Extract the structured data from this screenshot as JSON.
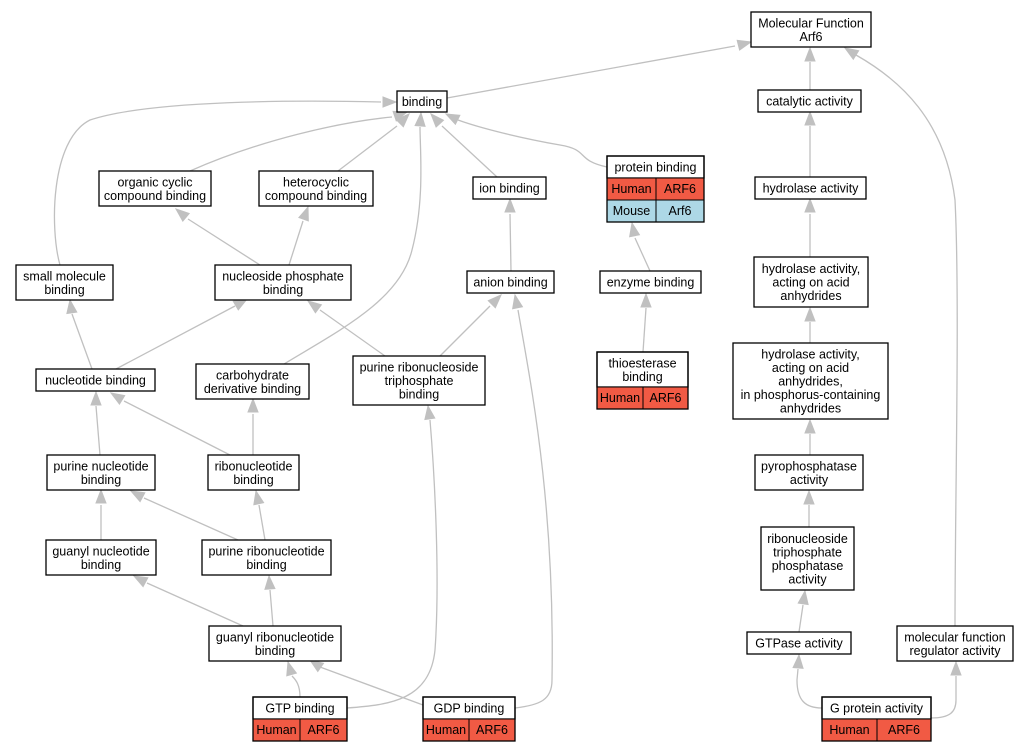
{
  "colors": {
    "human": "#f15a44",
    "mouse": "#add8e6",
    "edge": "#c0c0c0"
  },
  "nodes": {
    "mf_arf6": {
      "lines": [
        "Molecular Function",
        "Arf6"
      ]
    },
    "binding": {
      "lines": [
        "binding"
      ]
    },
    "catalytic": {
      "lines": [
        "catalytic activity"
      ]
    },
    "organic_cyclic": {
      "lines": [
        "organic cyclic",
        "compound binding"
      ]
    },
    "heterocyclic": {
      "lines": [
        "heterocyclic",
        "compound binding"
      ]
    },
    "ion_binding": {
      "lines": [
        "ion binding"
      ]
    },
    "protein_binding": {
      "lines": [
        "protein binding"
      ],
      "table": [
        [
          "Human",
          "ARF6",
          "human"
        ],
        [
          "Mouse",
          "Arf6",
          "mouse"
        ]
      ]
    },
    "hydrolase": {
      "lines": [
        "hydrolase activity"
      ]
    },
    "small_molecule": {
      "lines": [
        "small molecule",
        "binding"
      ]
    },
    "nucleoside_phosphate": {
      "lines": [
        "nucleoside phosphate",
        "binding"
      ]
    },
    "anion_binding": {
      "lines": [
        "anion binding"
      ]
    },
    "enzyme_binding": {
      "lines": [
        "enzyme binding"
      ]
    },
    "hydrolase_acid": {
      "lines": [
        "hydrolase activity,",
        "acting on acid",
        "anhydrides"
      ]
    },
    "nucleotide_binding": {
      "lines": [
        "nucleotide binding"
      ]
    },
    "carbohydrate": {
      "lines": [
        "carbohydrate",
        "derivative binding"
      ]
    },
    "purine_ribonucleoside_tp": {
      "lines": [
        "purine ribonucleoside",
        "triphosphate",
        "binding"
      ]
    },
    "thioesterase": {
      "lines": [
        "thioesterase",
        "binding"
      ],
      "table": [
        [
          "Human",
          "ARF6",
          "human"
        ]
      ]
    },
    "hydrolase_phosphorus": {
      "lines": [
        "hydrolase activity,",
        "acting on acid",
        "anhydrides,",
        "in phosphorus-containing",
        "anhydrides"
      ]
    },
    "purine_nucleotide": {
      "lines": [
        "purine nucleotide",
        "binding"
      ]
    },
    "ribonucleotide": {
      "lines": [
        "ribonucleotide",
        "binding"
      ]
    },
    "pyrophosphatase": {
      "lines": [
        "pyrophosphatase",
        "activity"
      ]
    },
    "guanyl_nucleotide": {
      "lines": [
        "guanyl nucleotide",
        "binding"
      ]
    },
    "purine_ribonucleotide": {
      "lines": [
        "purine ribonucleotide",
        "binding"
      ]
    },
    "ribonucleoside_tp_phosphatase": {
      "lines": [
        "ribonucleoside",
        "triphosphate",
        "phosphatase",
        "activity"
      ]
    },
    "guanyl_ribonucleotide": {
      "lines": [
        "guanyl ribonucleotide",
        "binding"
      ]
    },
    "gtpase": {
      "lines": [
        "GTPase activity"
      ]
    },
    "mf_regulator": {
      "lines": [
        "molecular function",
        "regulator activity"
      ]
    },
    "gtp_binding": {
      "lines": [
        "GTP binding"
      ],
      "table": [
        [
          "Human",
          "ARF6",
          "human"
        ]
      ]
    },
    "gdp_binding": {
      "lines": [
        "GDP binding"
      ],
      "table": [
        [
          "Human",
          "ARF6",
          "human"
        ]
      ]
    },
    "g_protein": {
      "lines": [
        "G protein activity"
      ],
      "table": [
        [
          "Human",
          "ARF6",
          "human"
        ]
      ]
    }
  }
}
